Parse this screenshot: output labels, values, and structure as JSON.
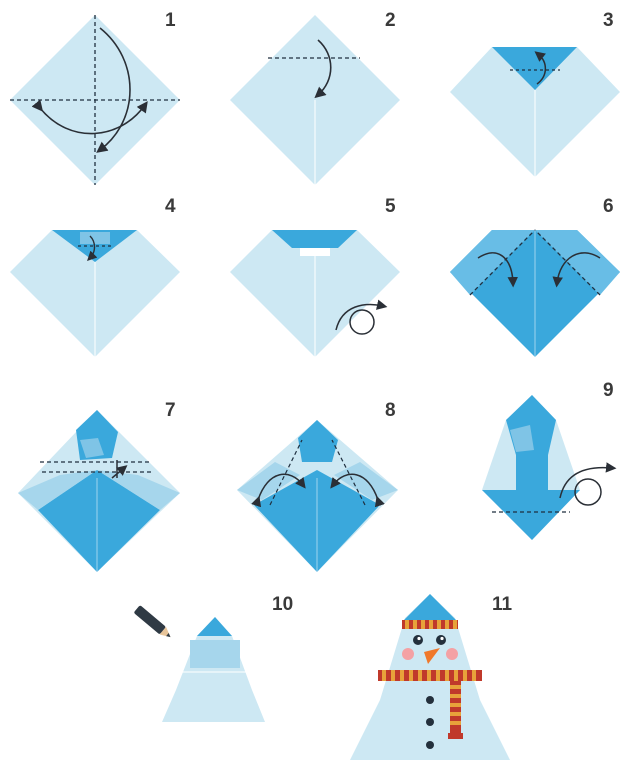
{
  "steps": [
    {
      "number": "1"
    },
    {
      "number": "2"
    },
    {
      "number": "3"
    },
    {
      "number": "4"
    },
    {
      "number": "5"
    },
    {
      "number": "6"
    },
    {
      "number": "7"
    },
    {
      "number": "8"
    },
    {
      "number": "9"
    },
    {
      "number": "10"
    },
    {
      "number": "11"
    }
  ],
  "colors": {
    "paper_light": "#cde8f3",
    "paper_mid": "#a6d6ec",
    "paper_dark": "#3aa8dc",
    "fold_line": "#1f2f3f",
    "arrow": "#2a2f36",
    "scarf_red": "#c0392b",
    "scarf_gold": "#e8a23a",
    "carrot": "#f0782a",
    "cheek": "#f4a1a4",
    "button": "#23303c",
    "pencil_body": "#2f3a44"
  },
  "icons": [
    "fold-arrow-icon",
    "flip-over-icon",
    "pencil-icon",
    "snowman-face-icon"
  ]
}
